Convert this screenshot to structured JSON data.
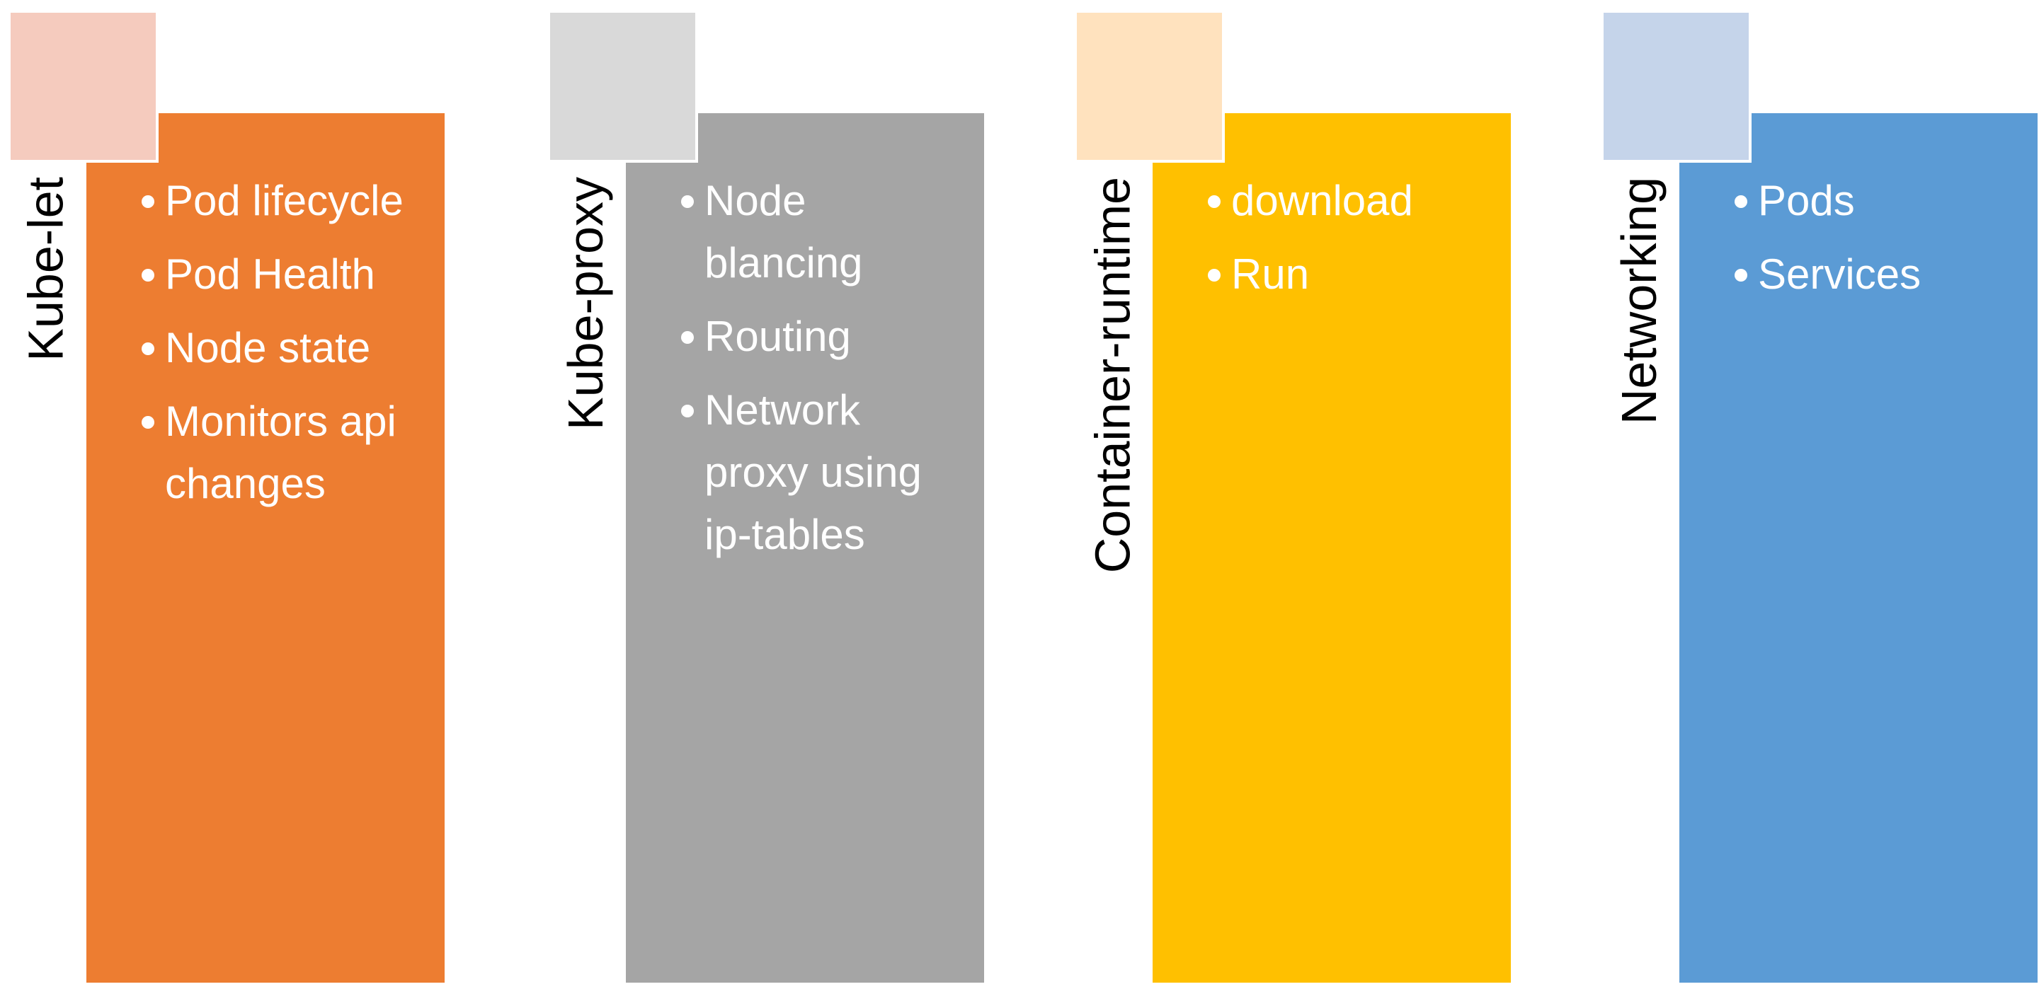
{
  "columns": [
    {
      "title": "Kube-let",
      "color": "#ED7D31",
      "light": "#F5CBBE",
      "items": [
        "Pod lifecycle",
        "Pod Health",
        "Node state",
        "Monitors api changes"
      ]
    },
    {
      "title": "Kube-proxy",
      "color": "#A5A5A5",
      "light": "#D9D9D9",
      "items": [
        "Node blancing",
        "Routing",
        "Network proxy using ip-tables"
      ]
    },
    {
      "title": "Container-runtime",
      "color": "#FFC000",
      "light": "#FFE2BE",
      "items": [
        "download",
        "Run"
      ]
    },
    {
      "title": "Networking",
      "color": "#5B9BD5",
      "light": "#C5D4EA",
      "items": [
        "Pods",
        "Services"
      ]
    }
  ]
}
